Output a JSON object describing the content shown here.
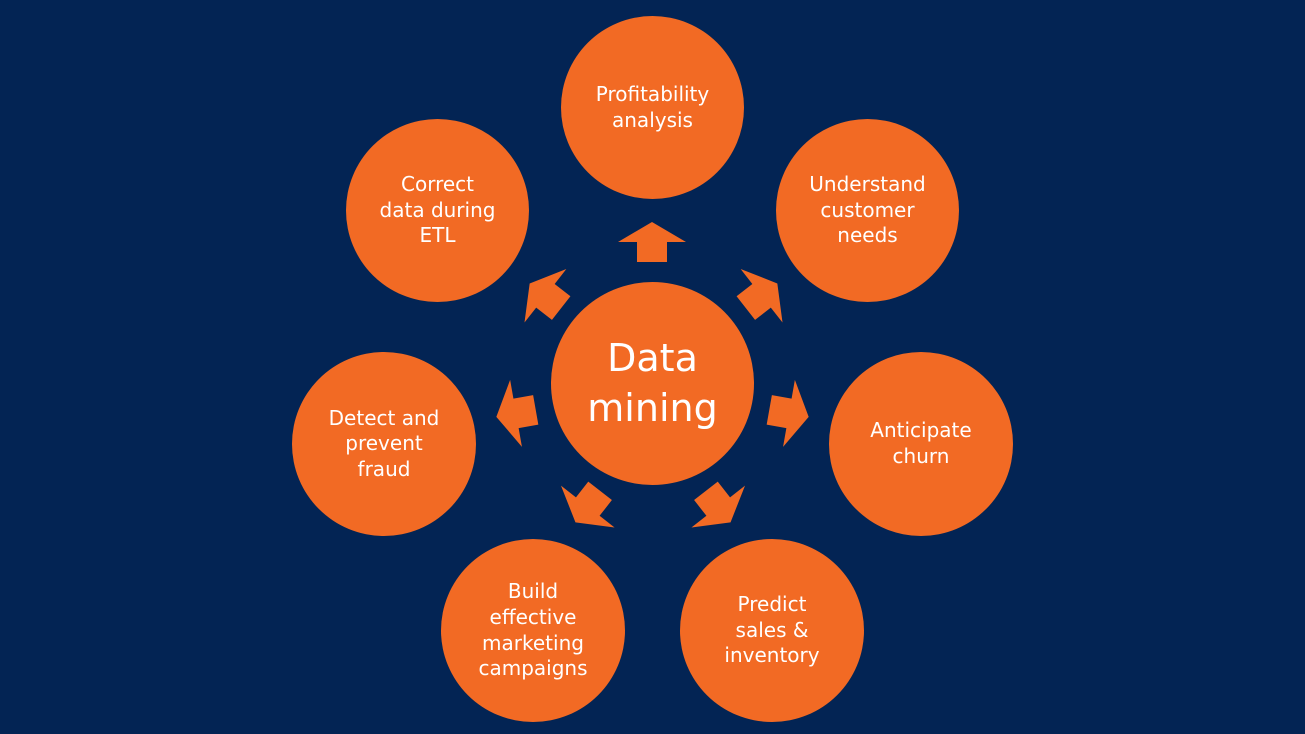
{
  "colors": {
    "background": "#032454",
    "node": "#f26a24",
    "text": "#ffffff"
  },
  "hub": {
    "label": "Data\nmining"
  },
  "nodes": [
    {
      "id": "profitability",
      "label": "Profitability\nanalysis"
    },
    {
      "id": "understand",
      "label": "Understand\ncustomer\nneeds"
    },
    {
      "id": "churn",
      "label": "Anticipate\nchurn"
    },
    {
      "id": "predict",
      "label": "Predict\nsales &\ninventory"
    },
    {
      "id": "marketing",
      "label": "Build\neffective\nmarketing\ncampaigns"
    },
    {
      "id": "fraud",
      "label": "Detect and\nprevent\nfraud"
    },
    {
      "id": "correct",
      "label": "Correct\ndata during\nETL"
    }
  ],
  "arrows": [
    {
      "to": "profitability"
    },
    {
      "to": "understand"
    },
    {
      "to": "churn"
    },
    {
      "to": "predict"
    },
    {
      "to": "marketing"
    },
    {
      "to": "fraud"
    },
    {
      "to": "correct"
    }
  ]
}
